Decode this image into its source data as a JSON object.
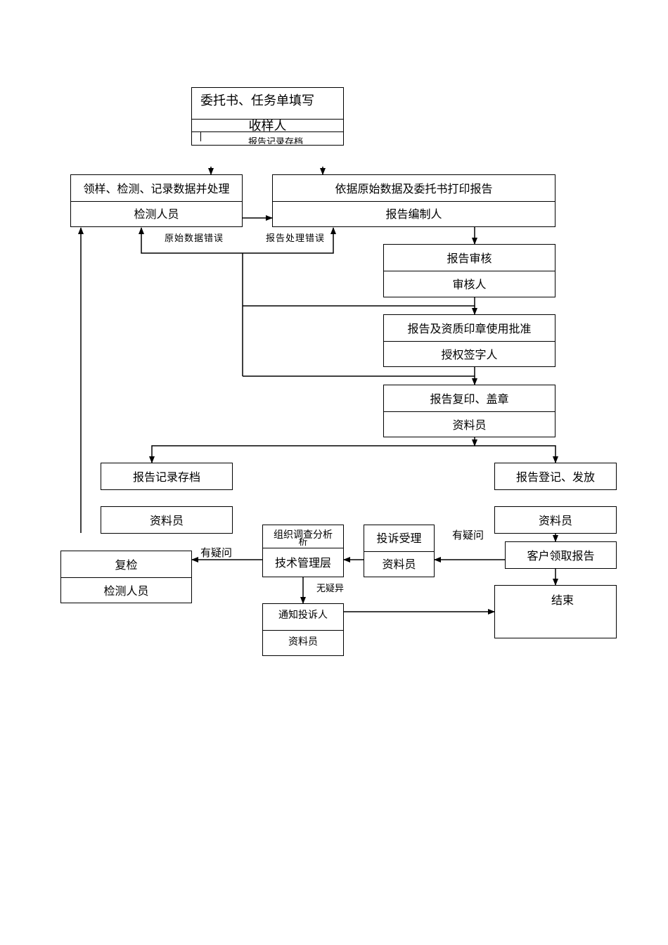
{
  "nodes": {
    "entrust": {
      "title": "委托书、任务单填写",
      "role": "收样人",
      "overflow": "报告记录存档"
    },
    "test": {
      "title": "领样、检测、记录数据并处理",
      "role": "检测人员"
    },
    "compile": {
      "title": "依据原始数据及委托书打印报告",
      "role": "报告编制人"
    },
    "review": {
      "title": "报告审核",
      "role": "审核人"
    },
    "approve": {
      "title": "报告及资质印章使用批准",
      "role": "授权签字人"
    },
    "stamp": {
      "title": "报告复印、盖章",
      "role": "资料员"
    },
    "archive": {
      "title": "报告记录存档",
      "role": "资料员"
    },
    "issue": {
      "title": "报告登记、发放",
      "role": "资料员"
    },
    "client_pickup": {
      "title": "客户领取报告"
    },
    "complaint": {
      "title": "投诉受理",
      "role": "资料员"
    },
    "investigate": {
      "title": "组织调查分析",
      "title_overflow": "析",
      "role": "技术管理层"
    },
    "recheck": {
      "title": "复检",
      "role": "检测人员"
    },
    "notify": {
      "title": "通知投诉人",
      "role": "资料员"
    },
    "end": {
      "title": "结束"
    }
  },
  "labels": {
    "raw_error": "原始数据错误",
    "report_error": "报告处理错误",
    "doubt_client": "有疑问",
    "doubt_investigate": "有疑问",
    "no_doubt": "无疑异"
  }
}
